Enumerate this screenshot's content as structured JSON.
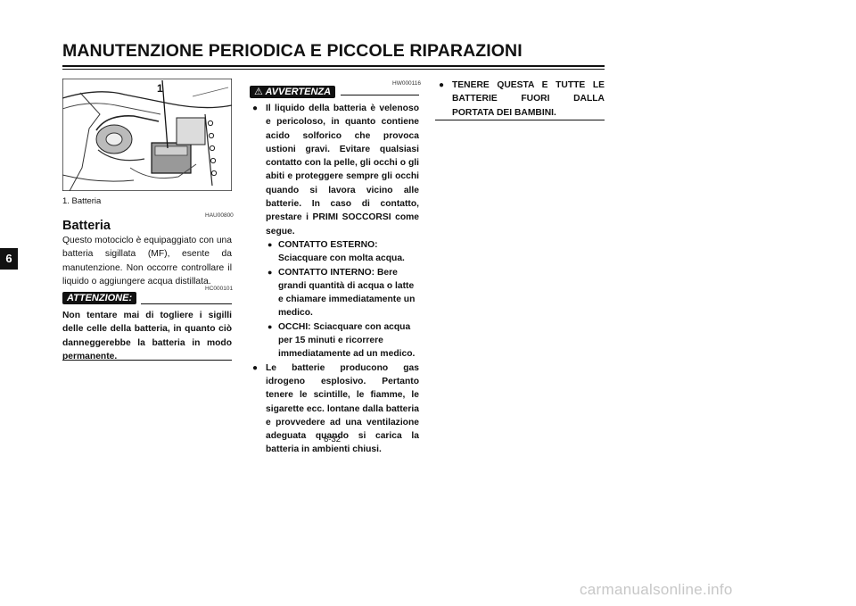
{
  "header": {
    "title": "MANUTENZIONE PERIODICA E PICCOLE RIPARAZIONI"
  },
  "chapter_tab": "6",
  "left": {
    "figure_callout": "1",
    "figure_caption": "1.  Batteria",
    "code_section": "HAU00800",
    "heading": "Batteria",
    "body": "Questo motociclo è equipaggiato con una batteria sigillata (MF), esente da manutenzione. Non occorre controllare il liquido o aggiungere acqua distillata.",
    "caution_label": "ATTENZIONE:",
    "code_caution": "HC000101",
    "caution_text": "Non tentare mai di togliere i sigilli delle celle della batteria, in quanto ciò danneggerebbe la batteria in modo permanente."
  },
  "middle": {
    "warning_label": "AVVERTENZA",
    "code_warning": "HW000116",
    "bullets": [
      "Il liquido della batteria è velenoso e pericoloso, in quanto contiene acido solforico che provoca ustioni gravi. Evitare qualsiasi contatto con la pelle, gli occhi o gli abiti e proteggere sempre gli occhi quando si lavora vicino alle batterie. In caso di contatto, prestare i PRIMI SOCCORSI come segue.",
      "Le batterie producono gas idrogeno esplosivo. Pertanto tenere le scintille, le fiamme, le sigarette ecc. lontane dalla batteria e provvedere ad una ventilazione adeguata quando si carica la batteria in ambienti chiusi."
    ],
    "sub_bullets": [
      "CONTATTO ESTERNO: Sciacquare con molta acqua.",
      "CONTATTO INTERNO: Bere grandi quantità di acqua o latte e chiamare immediatamente un medico.",
      "OCCHI: Sciacquare con acqua per 15 minuti e ricorrere immediatamente ad un medico."
    ]
  },
  "right": {
    "bullet": "TENERE QUESTA E TUTTE LE BATTERIE FUORI DALLA PORTATA DEI BAMBINI."
  },
  "footer": {
    "page_number": "6-32",
    "watermark": "carmanualsonline.info"
  }
}
